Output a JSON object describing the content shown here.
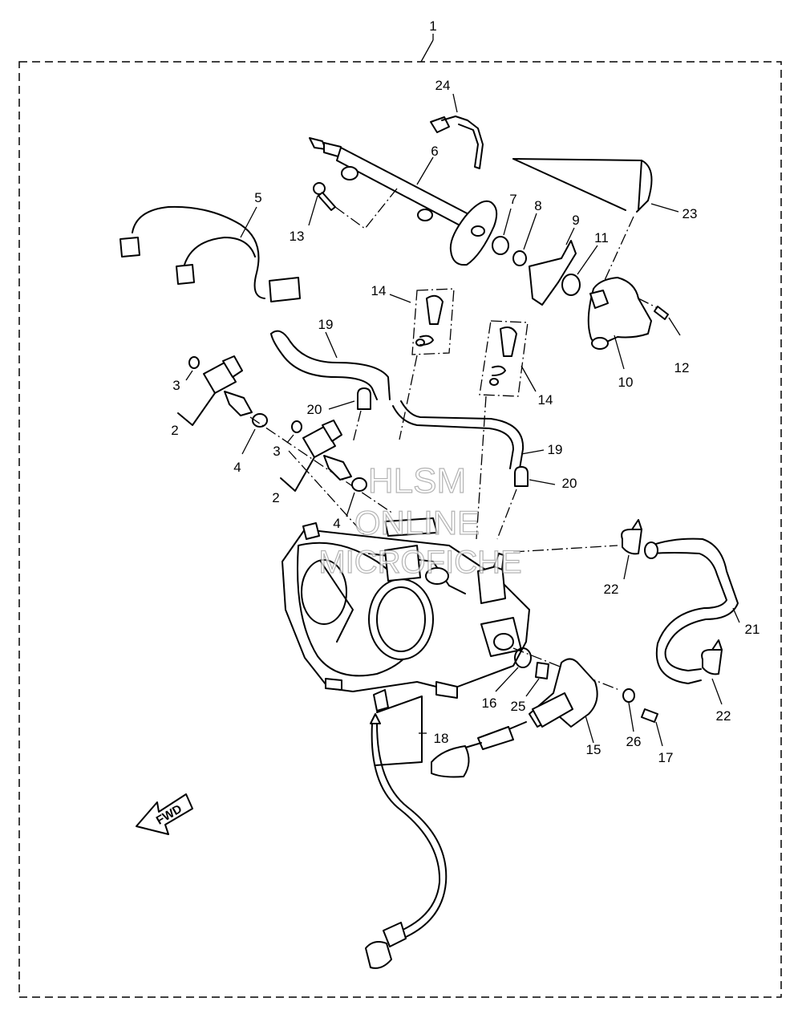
{
  "diagram": {
    "callouts": [
      {
        "id": "c1",
        "text": "1"
      },
      {
        "id": "c24",
        "text": "24"
      },
      {
        "id": "c6",
        "text": "6"
      },
      {
        "id": "c5",
        "text": "5"
      },
      {
        "id": "c13",
        "text": "13"
      },
      {
        "id": "c7",
        "text": "7"
      },
      {
        "id": "c8",
        "text": "8"
      },
      {
        "id": "c9",
        "text": "9"
      },
      {
        "id": "c11",
        "text": "11"
      },
      {
        "id": "c23",
        "text": "23"
      },
      {
        "id": "c14a",
        "text": "14"
      },
      {
        "id": "c14b",
        "text": "14"
      },
      {
        "id": "c19a",
        "text": "19"
      },
      {
        "id": "c19b",
        "text": "19"
      },
      {
        "id": "c12",
        "text": "12"
      },
      {
        "id": "c10",
        "text": "10"
      },
      {
        "id": "c3a",
        "text": "3"
      },
      {
        "id": "c2a",
        "text": "2"
      },
      {
        "id": "c20a",
        "text": "20"
      },
      {
        "id": "c4a",
        "text": "4"
      },
      {
        "id": "c3b",
        "text": "3"
      },
      {
        "id": "c2b",
        "text": "2"
      },
      {
        "id": "c20b",
        "text": "20"
      },
      {
        "id": "c4b",
        "text": "4"
      },
      {
        "id": "c22a",
        "text": "22"
      },
      {
        "id": "c21",
        "text": "21"
      },
      {
        "id": "c22b",
        "text": "22"
      },
      {
        "id": "c16",
        "text": "16"
      },
      {
        "id": "c25",
        "text": "25"
      },
      {
        "id": "c26",
        "text": "26"
      },
      {
        "id": "c17",
        "text": "17"
      },
      {
        "id": "c15",
        "text": "15"
      },
      {
        "id": "c18",
        "text": "18"
      }
    ],
    "fwd_label": "FWD",
    "watermark": [
      "HLSM",
      "ONLINE",
      "MICROFICHE"
    ]
  }
}
